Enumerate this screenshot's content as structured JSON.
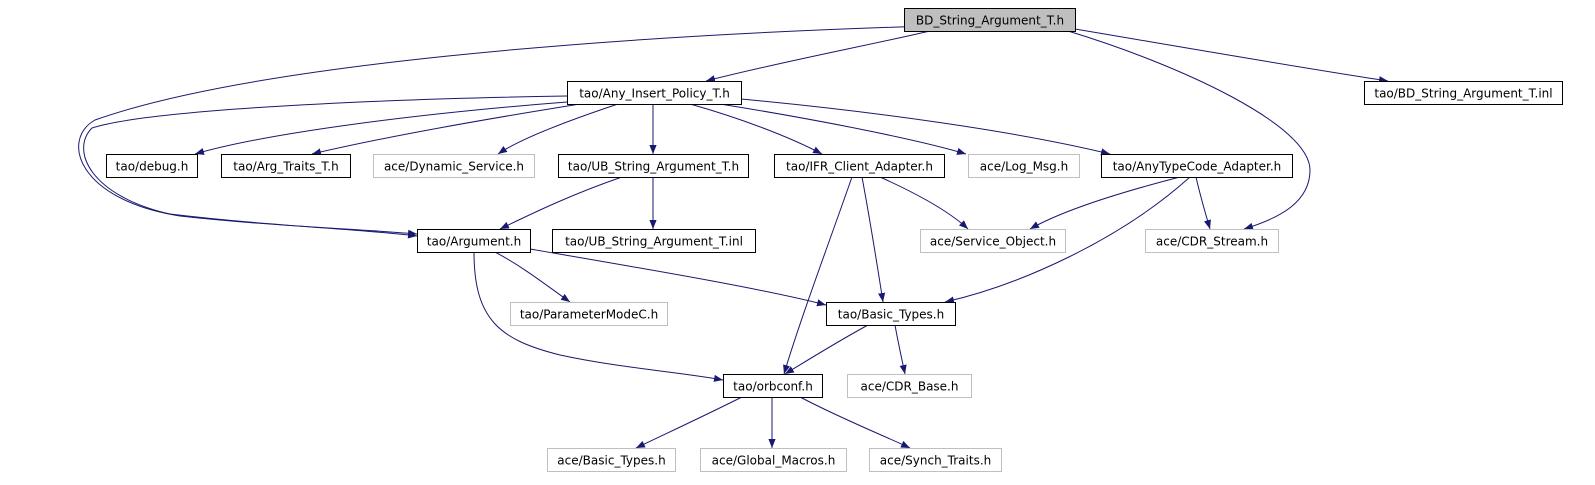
{
  "diagram": {
    "edge_color": "#191970",
    "root_fill": "#bfbfbf",
    "external_border_color": "#bfbfbf",
    "nodes": [
      {
        "id": "bd_h",
        "label": "BD_String_Argument_T.h",
        "kind": "root"
      },
      {
        "id": "any_insert",
        "label": "tao/Any_Insert_Policy_T.h",
        "kind": "documented"
      },
      {
        "id": "bd_inl",
        "label": "tao/BD_String_Argument_T.inl",
        "kind": "documented"
      },
      {
        "id": "debug",
        "label": "tao/debug.h",
        "kind": "documented"
      },
      {
        "id": "arg_traits",
        "label": "tao/Arg_Traits_T.h",
        "kind": "documented"
      },
      {
        "id": "dyn_service",
        "label": "ace/Dynamic_Service.h",
        "kind": "external"
      },
      {
        "id": "ub_h",
        "label": "tao/UB_String_Argument_T.h",
        "kind": "documented"
      },
      {
        "id": "ifr",
        "label": "tao/IFR_Client_Adapter.h",
        "kind": "documented"
      },
      {
        "id": "log_msg",
        "label": "ace/Log_Msg.h",
        "kind": "external"
      },
      {
        "id": "anytc",
        "label": "tao/AnyTypeCode_Adapter.h",
        "kind": "documented"
      },
      {
        "id": "argument",
        "label": "tao/Argument.h",
        "kind": "documented"
      },
      {
        "id": "ub_inl",
        "label": "tao/UB_String_Argument_T.inl",
        "kind": "documented"
      },
      {
        "id": "service_obj",
        "label": "ace/Service_Object.h",
        "kind": "external"
      },
      {
        "id": "cdr_stream",
        "label": "ace/CDR_Stream.h",
        "kind": "external"
      },
      {
        "id": "param_mode",
        "label": "tao/ParameterModeC.h",
        "kind": "external"
      },
      {
        "id": "basic_types",
        "label": "tao/Basic_Types.h",
        "kind": "documented"
      },
      {
        "id": "cdr_base",
        "label": "ace/CDR_Base.h",
        "kind": "external"
      },
      {
        "id": "orbconf",
        "label": "tao/orbconf.h",
        "kind": "documented"
      },
      {
        "id": "ace_basic",
        "label": "ace/Basic_Types.h",
        "kind": "external"
      },
      {
        "id": "global_macros",
        "label": "ace/Global_Macros.h",
        "kind": "external"
      },
      {
        "id": "synch_traits",
        "label": "ace/Synch_Traits.h",
        "kind": "external"
      }
    ],
    "edges": [
      {
        "from": "bd_h",
        "to": "any_insert"
      },
      {
        "from": "bd_h",
        "to": "bd_inl"
      },
      {
        "from": "bd_h",
        "to": "cdr_stream"
      },
      {
        "from": "bd_h",
        "to": "argument"
      },
      {
        "from": "any_insert",
        "to": "debug"
      },
      {
        "from": "any_insert",
        "to": "arg_traits"
      },
      {
        "from": "any_insert",
        "to": "dyn_service"
      },
      {
        "from": "any_insert",
        "to": "ub_h"
      },
      {
        "from": "any_insert",
        "to": "ifr"
      },
      {
        "from": "any_insert",
        "to": "log_msg"
      },
      {
        "from": "any_insert",
        "to": "anytc"
      },
      {
        "from": "any_insert",
        "to": "argument"
      },
      {
        "from": "ub_h",
        "to": "argument"
      },
      {
        "from": "ub_h",
        "to": "ub_inl"
      },
      {
        "from": "ifr",
        "to": "service_obj"
      },
      {
        "from": "ifr",
        "to": "basic_types"
      },
      {
        "from": "ifr",
        "to": "orbconf"
      },
      {
        "from": "anytc",
        "to": "service_obj"
      },
      {
        "from": "anytc",
        "to": "cdr_stream"
      },
      {
        "from": "anytc",
        "to": "basic_types"
      },
      {
        "from": "argument",
        "to": "param_mode"
      },
      {
        "from": "argument",
        "to": "basic_types"
      },
      {
        "from": "argument",
        "to": "orbconf"
      },
      {
        "from": "basic_types",
        "to": "cdr_base"
      },
      {
        "from": "basic_types",
        "to": "orbconf"
      },
      {
        "from": "orbconf",
        "to": "ace_basic"
      },
      {
        "from": "orbconf",
        "to": "global_macros"
      },
      {
        "from": "orbconf",
        "to": "synch_traits"
      }
    ]
  }
}
